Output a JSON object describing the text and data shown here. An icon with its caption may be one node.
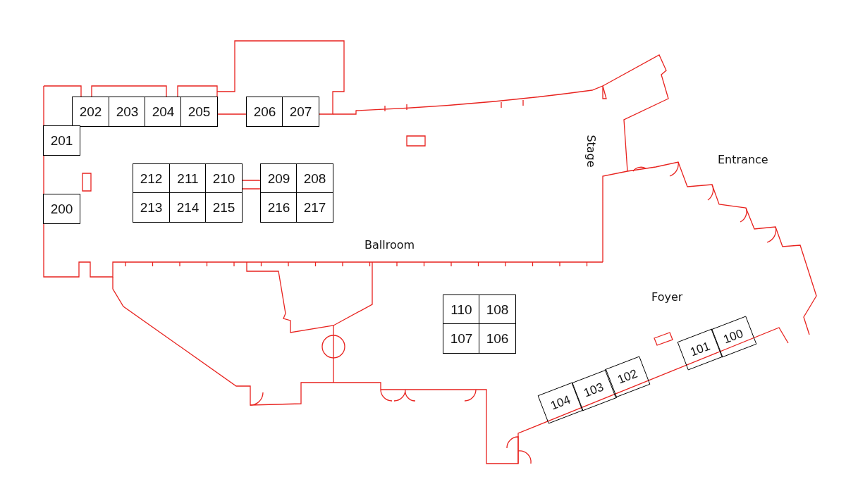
{
  "diagram": {
    "nodes": [
      {
        "text": [
          "202"
        ]
      },
      {
        "text": [
          "203"
        ]
      },
      {
        "text": [
          "204"
        ]
      },
      {
        "text": [
          "205"
        ]
      },
      {
        "text": [
          "206"
        ]
      },
      {
        "text": [
          "207"
        ]
      },
      {
        "text": [
          "201"
        ]
      },
      {
        "text": [
          "212"
        ]
      },
      {
        "text": [
          "211"
        ]
      },
      {
        "text": [
          "210"
        ]
      },
      {
        "text": [
          "209"
        ]
      },
      {
        "text": [
          "208"
        ]
      },
      {
        "text": [
          "213"
        ]
      },
      {
        "text": [
          "214"
        ]
      },
      {
        "text": [
          "215"
        ]
      },
      {
        "text": [
          "216"
        ]
      },
      {
        "text": [
          "217"
        ]
      },
      {
        "text": [
          "200"
        ]
      },
      {
        "text": [
          "110"
        ]
      },
      {
        "text": [
          "108"
        ]
      },
      {
        "text": [
          "107"
        ]
      },
      {
        "text": [
          "106"
        ]
      },
      {
        "text": [
          "101"
        ]
      },
      {
        "text": [
          "100"
        ]
      },
      {
        "text": [
          "104"
        ]
      },
      {
        "text": [
          "103"
        ]
      },
      {
        "text": [
          "102"
        ]
      }
    ],
    "labels": [
      "Stage",
      "Entrance",
      "Ballroom",
      "Foyer"
    ]
  }
}
